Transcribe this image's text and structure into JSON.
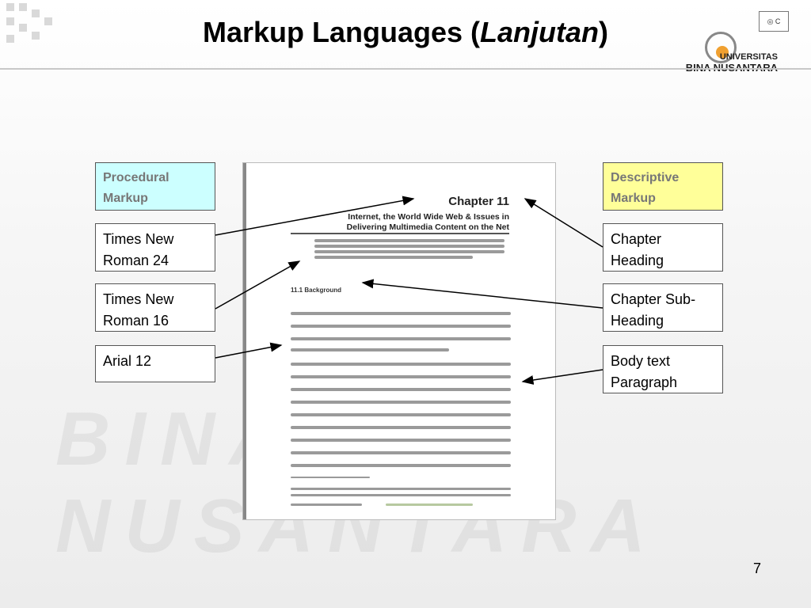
{
  "slide": {
    "title_main": "Markup Languages (",
    "title_italic": "Lanjutan",
    "title_close": ")",
    "page_number": "7"
  },
  "logo": {
    "line1": "UNIVERSITAS",
    "line2": "BINA NUSANTARA"
  },
  "watermark": "BINA NUSANTARA",
  "left_boxes": [
    {
      "text": "Procedural Markup",
      "kind": "header"
    },
    {
      "text": "Times New Roman 24"
    },
    {
      "text": "Times New Roman 16"
    },
    {
      "text": "Arial 12"
    }
  ],
  "right_boxes": [
    {
      "text": "Descriptive Markup",
      "kind": "header"
    },
    {
      "text": "Chapter Heading"
    },
    {
      "text": "Chapter Sub-Heading"
    },
    {
      "text": "Body text Paragraph"
    }
  ],
  "document": {
    "chapter": "Chapter 11",
    "subtitle": "Internet, the World Wide Web & Issues in Delivering Multimedia Content on the Net",
    "section": "11.1 Background"
  },
  "colors": {
    "procedural_bg": "#ccffff",
    "descriptive_bg": "#ffff99",
    "header_text": "#777777"
  }
}
